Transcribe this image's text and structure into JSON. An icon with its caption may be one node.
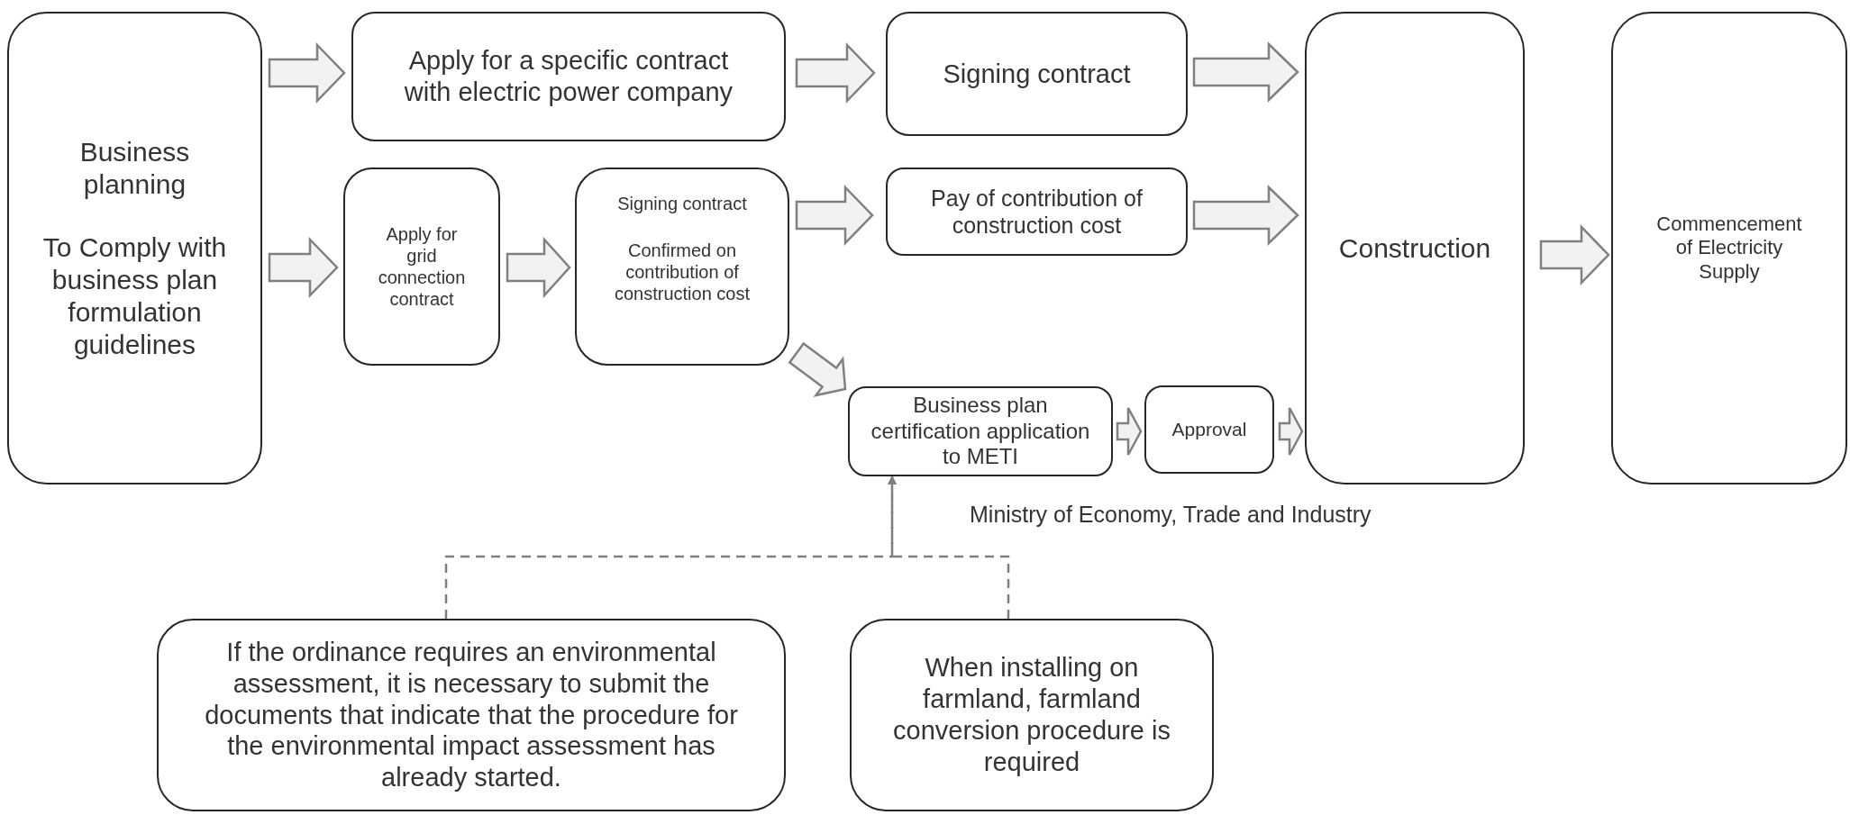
{
  "diagram": {
    "nodes": [
      {
        "text": [
          "Business planning",
          "To Comply with business plan formulation guidelines"
        ]
      },
      {
        "text": [
          "Apply for a specific contract with electric power company"
        ]
      },
      {
        "text": [
          "Signing contract"
        ]
      },
      {
        "text": [
          "Apply for grid connection contract"
        ]
      },
      {
        "text": [
          "Signing contract",
          "Confirmed on contribution of construction cost"
        ]
      },
      {
        "text": [
          "Pay of contribution of construction cost"
        ]
      },
      {
        "text": [
          "Business plan certification application to METI"
        ]
      },
      {
        "text": [
          "Approval"
        ]
      },
      {
        "text": [
          "Construction"
        ]
      },
      {
        "text": [
          "Commencement of Electricity Supply"
        ]
      },
      {
        "text": [
          "If the ordinance requires an environmental assessment, it is necessary to submit the documents that indicate that the procedure for the environmental impact assessment has already started."
        ]
      },
      {
        "text": [
          "When installing on farmland, farmland conversion procedure is required"
        ]
      }
    ],
    "edges": [
      {
        "from": 0,
        "to": 1,
        "arrow": "to"
      },
      {
        "from": 0,
        "to": 3,
        "arrow": "to"
      },
      {
        "from": 1,
        "to": 2,
        "arrow": "to"
      },
      {
        "from": 2,
        "to": 8,
        "arrow": "to"
      },
      {
        "from": 3,
        "to": 4,
        "arrow": "to"
      },
      {
        "from": 4,
        "to": 5,
        "arrow": "to"
      },
      {
        "from": 5,
        "to": 8,
        "arrow": "to"
      },
      {
        "from": 4,
        "to": 6,
        "arrow": "to"
      },
      {
        "from": 6,
        "to": 7,
        "arrow": "to"
      },
      {
        "from": 7,
        "to": 8,
        "arrow": "to"
      },
      {
        "from": 8,
        "to": 9,
        "arrow": "to"
      },
      {
        "from": 10,
        "to": 6,
        "arrow": "to",
        "style": "dashed",
        "color": "#7f7f7f"
      },
      {
        "from": 11,
        "to": 6,
        "arrow": "to",
        "style": "dashed",
        "color": "#7f7f7f"
      }
    ],
    "labels": [
      "Ministry of Economy, Trade and Industry"
    ]
  }
}
